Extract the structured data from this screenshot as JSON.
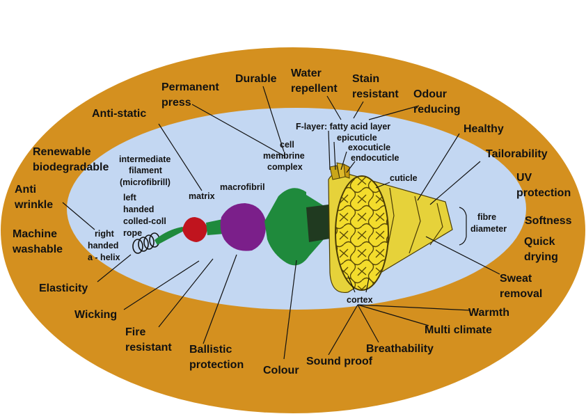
{
  "colors": {
    "outer_ring": "#d4901f",
    "inner_field": "#c3d7f2",
    "cuticle": "#e6d23a",
    "cortex_cells": "#f3dc2c",
    "macrofibril": "#7b1f8a",
    "cell_membrane": "#1f8a3c",
    "matrix": "#c0141e",
    "helix": "#111111"
  },
  "properties": {
    "anti_wrinkle": [
      "Anti",
      "wrinkle"
    ],
    "renewable": [
      "Renewable",
      "biodegradable"
    ],
    "anti_static": "Anti-static",
    "permanent_press": [
      "Permanent",
      "press"
    ],
    "durable": "Durable",
    "water_repellent": [
      "Water",
      "repellent"
    ],
    "stain_resistant": [
      "Stain",
      "resistant"
    ],
    "odour_reducing": [
      "Odour",
      "reducing"
    ],
    "healthy": "Healthy",
    "tailorability": "Tailorability",
    "uv_protection": [
      "UV",
      "protection"
    ],
    "softness": "Softness",
    "quick_drying": [
      "Quick",
      "drying"
    ],
    "sweat_removal": [
      "Sweat",
      "removal"
    ],
    "warmth": "Warmth",
    "multi_climate": "Multi climate",
    "breathability": "Breathability",
    "sound_proof": "Sound proof",
    "colour": "Colour",
    "ballistic_protection": [
      "Ballistic",
      "protection"
    ],
    "fire_resistant": [
      "Fire",
      "resistant"
    ],
    "wicking": "Wicking",
    "elasticity": "Elasticity",
    "machine_washable": [
      "Machine",
      "washable"
    ]
  },
  "structures": {
    "intermediate_filament": [
      "intermediate",
      "filament",
      "(microfibrill)"
    ],
    "left_coiled_coil": [
      "left",
      "handed",
      "colled-coll",
      "rope"
    ],
    "right_helix": [
      "right",
      "handed",
      "a - helix"
    ],
    "matrix": "matrix",
    "macrofibril": "macrofibril",
    "cell_membrane_complex": [
      "cell",
      "membrine",
      "complex"
    ],
    "f_layer": "F-layer: fatty acid layer",
    "epicuticle": "epicuticle",
    "exocuticle": "exocuticle",
    "endocuticle": "endocuticle",
    "cuticle": "cuticle",
    "fibre_diameter": [
      "fibre",
      "diameter"
    ],
    "cortex": "cortex"
  }
}
